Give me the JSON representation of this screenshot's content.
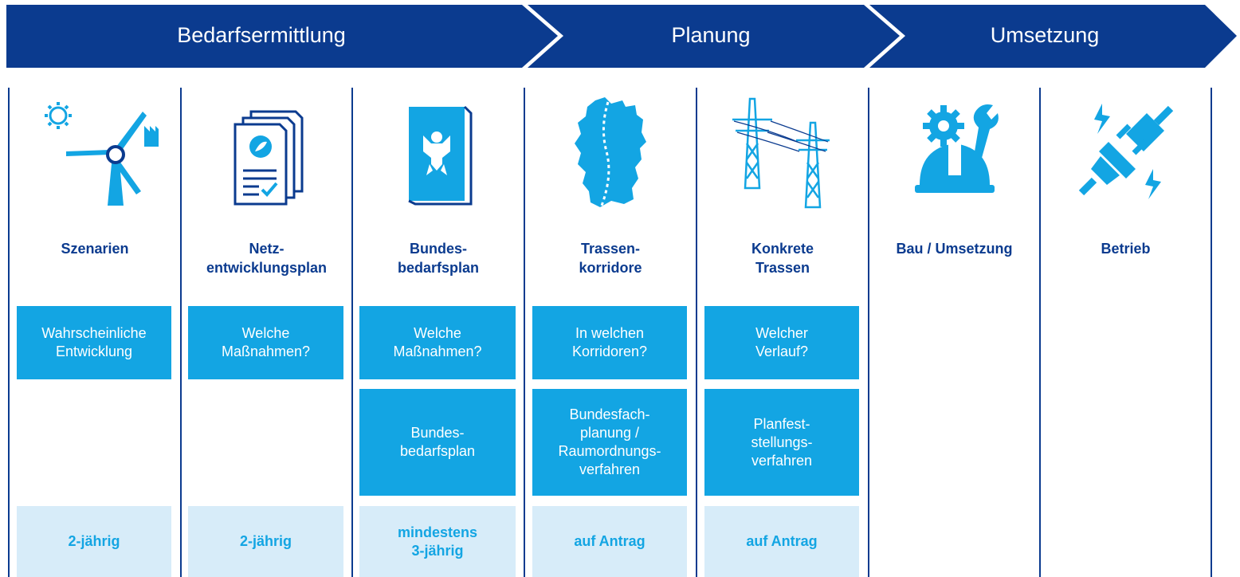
{
  "colors": {
    "navy": "#0b3b8f",
    "blue": "#13a5e3",
    "light": "#d7ecf9"
  },
  "phases": [
    {
      "label": "Bedarfsermittlung"
    },
    {
      "label": "Planung"
    },
    {
      "label": "Umsetzung"
    }
  ],
  "columns": [
    {
      "icon": "wind-turbine-icon",
      "title": "Szenarien",
      "question": "Wahrscheinliche\nEntwicklung",
      "frequency": "2-jährig"
    },
    {
      "icon": "document-stack-icon",
      "title": "Netz-\nentwicklungsplan",
      "question": "Welche\nMaßnahmen?",
      "frequency": "2-jährig"
    },
    {
      "icon": "federal-law-book-icon",
      "title": "Bundes-\nbedarfsplan",
      "question": "Welche\nMaßnahmen?",
      "procedure": "Bundes-\nbedarfsplan",
      "frequency": "mindestens\n3-jährig"
    },
    {
      "icon": "germany-map-icon",
      "title": "Trassen-\nkorridore",
      "question": "In welchen\nKorridoren?",
      "procedure": "Bundesfach-\nplanung /\nRaumordnungs-\nverfahren",
      "frequency": "auf Antrag"
    },
    {
      "icon": "power-pylon-icon",
      "title": "Konkrete\nTrassen",
      "question": "Welcher\nVerlauf?",
      "procedure": "Planfest-\nstellungs-\nverfahren",
      "frequency": "auf Antrag"
    },
    {
      "icon": "construction-helmet-icon",
      "title": "Bau / Umsetzung"
    },
    {
      "icon": "power-plug-icon",
      "title": "Betrieb"
    }
  ]
}
